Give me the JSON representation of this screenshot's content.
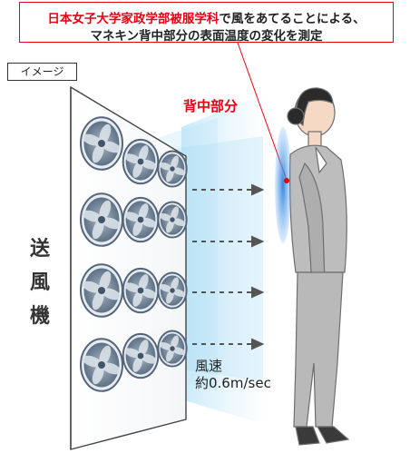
{
  "callout": {
    "line1_highlight": "日本女子大学家政学部被服学科",
    "line1_rest": "で風をあてることによる、",
    "line2": "マネキン背中部分の表面温度の変化を測定"
  },
  "image_tag": "イメージ",
  "machine_label": [
    "送",
    "風",
    "機"
  ],
  "back_label": "背中部分",
  "wind_speed": {
    "label": "風速",
    "value": "約0.6m/sec"
  },
  "colors": {
    "accent": "#e60012",
    "wind": "#8fd0f2",
    "back_highlight": "#3d8fe0",
    "suit": "#b8b8b8"
  }
}
